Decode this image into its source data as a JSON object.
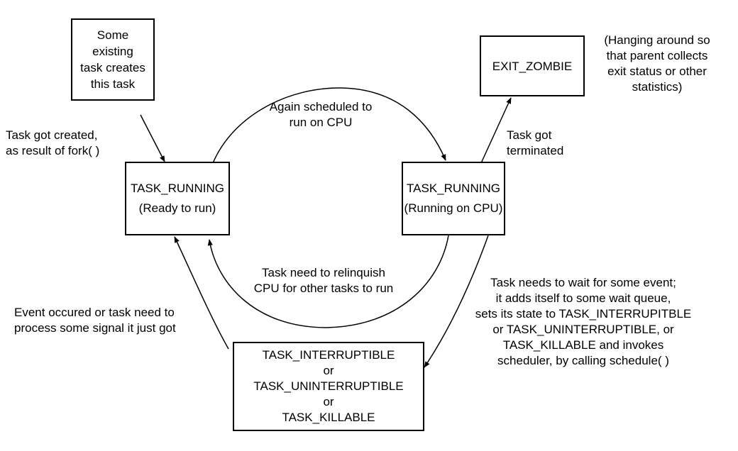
{
  "nodes": {
    "creator": {
      "lines": [
        "Some",
        "existing",
        "task creates",
        "this task"
      ]
    },
    "ready": {
      "lines": [
        "TASK_RUNNING",
        "(Ready to run)"
      ]
    },
    "running": {
      "lines": [
        "TASK_RUNNING",
        "(Running on CPU)"
      ]
    },
    "zombie": {
      "lines": [
        "EXIT_ZOMBIE"
      ]
    },
    "waiting": {
      "lines": [
        "TASK_INTERRUPTIBLE",
        "or",
        "TASK_UNINTERRUPTIBLE",
        "or",
        "TASK_KILLABLE"
      ]
    }
  },
  "edges": {
    "created": {
      "lines": [
        "Task got created,",
        "as result of fork( )"
      ]
    },
    "scheduled": {
      "lines": [
        "Again scheduled to",
        "run on CPU"
      ]
    },
    "relinquish": {
      "lines": [
        "Task need to relinquish",
        "CPU for other tasks to run"
      ]
    },
    "terminated": {
      "lines": [
        "Task got",
        "terminated"
      ]
    },
    "wait": {
      "lines": [
        "Task needs to wait for some event;",
        "it adds itself to some wait queue,",
        "sets its state to TASK_INTERRUPITBLE",
        "or TASK_UNINTERRUPTIBLE, or",
        "TASK_KILLABLE and invokes",
        "scheduler, by calling schedule( )"
      ]
    },
    "wakeup": {
      "lines": [
        "Event occured or task need to",
        "process some signal it just got"
      ]
    }
  },
  "annotations": {
    "zombie_note": {
      "lines": [
        "(Hanging around so",
        "that parent collects",
        "exit status or other",
        "statistics)"
      ]
    }
  }
}
